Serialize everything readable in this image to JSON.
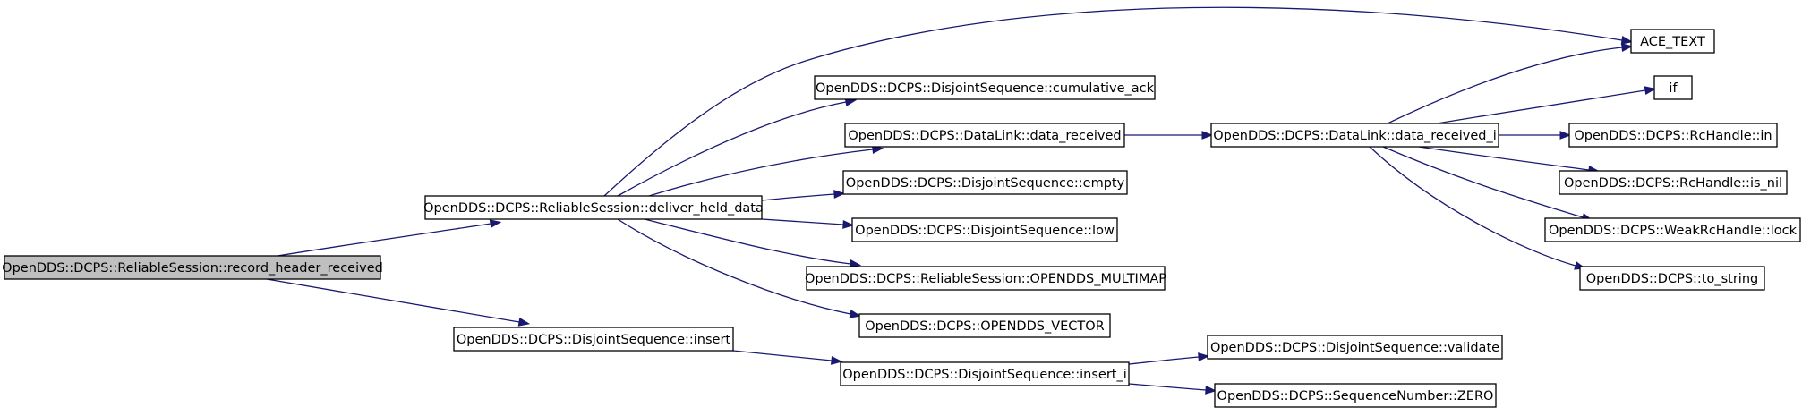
{
  "graph": {
    "nodes": [
      {
        "id": "n_root",
        "label": "OpenDDS::DCPS::ReliableSession::record_header_received",
        "root": true
      },
      {
        "id": "n_deliver",
        "label": "OpenDDS::DCPS::ReliableSession::deliver_held_data"
      },
      {
        "id": "n_insert",
        "label": "OpenDDS::DCPS::DisjointSequence::insert"
      },
      {
        "id": "n_ace",
        "label": "ACE_TEXT"
      },
      {
        "id": "n_cumack",
        "label": "OpenDDS::DCPS::DisjointSequence::cumulative_ack"
      },
      {
        "id": "n_datarec",
        "label": "OpenDDS::DCPS::DataLink::data_received"
      },
      {
        "id": "n_empty",
        "label": "OpenDDS::DCPS::DisjointSequence::empty"
      },
      {
        "id": "n_low",
        "label": "OpenDDS::DCPS::DisjointSequence::low"
      },
      {
        "id": "n_multimap",
        "label": "OpenDDS::DCPS::ReliableSession::OPENDDS_MULTIMAP"
      },
      {
        "id": "n_vector",
        "label": "OpenDDS::DCPS::OPENDDS_VECTOR"
      },
      {
        "id": "n_insert_i",
        "label": "OpenDDS::DCPS::DisjointSequence::insert_i"
      },
      {
        "id": "n_datarec_i",
        "label": "OpenDDS::DCPS::DataLink::data_received_i"
      },
      {
        "id": "n_if",
        "label": "if"
      },
      {
        "id": "n_in",
        "label": "OpenDDS::DCPS::RcHandle::in"
      },
      {
        "id": "n_isnil",
        "label": "OpenDDS::DCPS::RcHandle::is_nil"
      },
      {
        "id": "n_lock",
        "label": "OpenDDS::DCPS::WeakRcHandle::lock"
      },
      {
        "id": "n_tostring",
        "label": "OpenDDS::DCPS::to_string"
      },
      {
        "id": "n_validate",
        "label": "OpenDDS::DCPS::DisjointSequence::validate"
      },
      {
        "id": "n_zero",
        "label": "OpenDDS::DCPS::SequenceNumber::ZERO"
      }
    ],
    "edges": [
      {
        "from": "n_root",
        "to": "n_deliver"
      },
      {
        "from": "n_root",
        "to": "n_insert"
      },
      {
        "from": "n_deliver",
        "to": "n_ace"
      },
      {
        "from": "n_deliver",
        "to": "n_cumack"
      },
      {
        "from": "n_deliver",
        "to": "n_datarec"
      },
      {
        "from": "n_deliver",
        "to": "n_empty"
      },
      {
        "from": "n_deliver",
        "to": "n_low"
      },
      {
        "from": "n_deliver",
        "to": "n_multimap"
      },
      {
        "from": "n_deliver",
        "to": "n_vector"
      },
      {
        "from": "n_insert",
        "to": "n_insert_i"
      },
      {
        "from": "n_datarec",
        "to": "n_datarec_i"
      },
      {
        "from": "n_datarec_i",
        "to": "n_ace"
      },
      {
        "from": "n_datarec_i",
        "to": "n_if"
      },
      {
        "from": "n_datarec_i",
        "to": "n_in"
      },
      {
        "from": "n_datarec_i",
        "to": "n_isnil"
      },
      {
        "from": "n_datarec_i",
        "to": "n_lock"
      },
      {
        "from": "n_datarec_i",
        "to": "n_tostring"
      },
      {
        "from": "n_insert_i",
        "to": "n_validate"
      },
      {
        "from": "n_insert_i",
        "to": "n_zero"
      }
    ]
  }
}
